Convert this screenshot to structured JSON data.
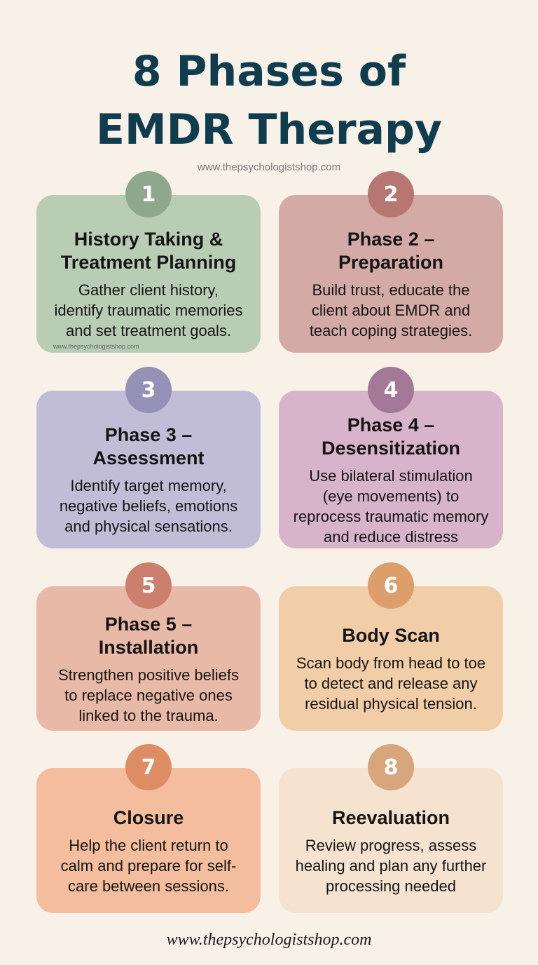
{
  "header": {
    "title_line1": "8 Phases of",
    "title_line2": "EMDR Therapy",
    "subtitle": "www.thepsychologistshop.com"
  },
  "cards": [
    {
      "number": "1",
      "title": [
        "History Taking &",
        "Treatment Planning"
      ],
      "body": [
        "Gather client history,",
        "identify traumatic memories",
        "and set treatment goals."
      ],
      "watermark": "www.thepsychologistshop.com",
      "card_color": "#b9cdb5",
      "circle_color": "#8fa88d"
    },
    {
      "number": "2",
      "title": [
        "Phase 2 –",
        "Preparation"
      ],
      "body": [
        "Build trust, educate the",
        "client about EMDR and",
        "teach coping strategies."
      ],
      "card_color": "#d4aaa6",
      "circle_color": "#b87673"
    },
    {
      "number": "3",
      "title": [
        "Phase 3 –",
        "Assessment"
      ],
      "body": [
        "Identify target memory,",
        "negative beliefs, emotions",
        "and physical sensations."
      ],
      "card_color": "#c1bdd7",
      "circle_color": "#9590b5"
    },
    {
      "number": "4",
      "title": [
        "Phase 4 –",
        "Desensitization"
      ],
      "body": [
        "Use bilateral stimulation",
        "(eye movements) to",
        "reprocess traumatic memory",
        "and reduce distress"
      ],
      "card_color": "#d7b4c9",
      "circle_color": "#a47897"
    },
    {
      "number": "5",
      "title": [
        "Phase 5 –",
        "Installation"
      ],
      "body": [
        "Strengthen positive beliefs",
        "to replace negative ones",
        "linked to the trauma."
      ],
      "card_color": "#e9b9a7",
      "circle_color": "#cc7f6c"
    },
    {
      "number": "6",
      "title": [
        "Body Scan"
      ],
      "body": [
        "Scan body from head to toe",
        "to detect and release any",
        "residual physical tension."
      ],
      "card_color": "#f2cea8",
      "circle_color": "#dc9e6a"
    },
    {
      "number": "7",
      "title": [
        "Closure"
      ],
      "body": [
        "Help the client return to",
        "calm and prepare for self-",
        "care between sessions."
      ],
      "card_color": "#f4bd9d",
      "circle_color": "#de8c64"
    },
    {
      "number": "8",
      "title": [
        "Reevaluation"
      ],
      "body": [
        "Review progress, assess",
        "healing and plan any further",
        "processing needed"
      ],
      "card_color": "#f5e3d0",
      "circle_color": "#d7a67d"
    }
  ],
  "footer": {
    "url": "www.thepsychologistshop.com"
  }
}
